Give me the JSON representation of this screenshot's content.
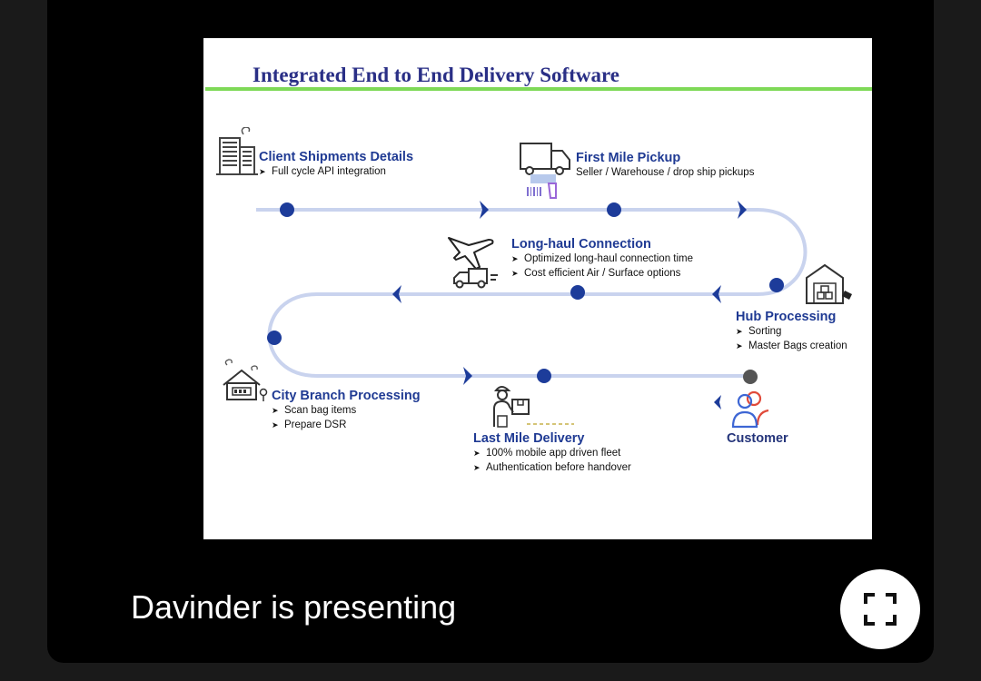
{
  "presenter": {
    "label": "Davinder is presenting"
  },
  "slide": {
    "title": "Integrated End to End Delivery Software",
    "steps": [
      {
        "title": "Client Shipments  Details",
        "points": [
          "Full cycle API integration"
        ],
        "icon": "office-building-icon"
      },
      {
        "title": "First Mile Pickup",
        "points": [
          "Seller / Warehouse / drop ship pickups"
        ],
        "icon": "pickup-truck-icon"
      },
      {
        "title": "Long-haul Connection",
        "points": [
          "Optimized long-haul connection time",
          "Cost efficient Air / Surface options"
        ],
        "icon": "airplane-truck-icon"
      },
      {
        "title": "Hub Processing",
        "points": [
          "Sorting",
          "Master Bags creation"
        ],
        "icon": "warehouse-icon"
      },
      {
        "title": "City Branch Processing",
        "points": [
          "Scan bag items",
          "Prepare DSR"
        ],
        "icon": "branch-building-icon"
      },
      {
        "title": "Last Mile Delivery",
        "points": [
          "100% mobile app driven fleet",
          "Authentication before handover"
        ],
        "icon": "delivery-person-icon"
      },
      {
        "title": "Customer",
        "points": [],
        "icon": "customer-icon"
      }
    ],
    "colors": {
      "title": "#2a2f86",
      "heading": "#1f3a93",
      "track": "#c9d3ee",
      "node": "#1d3c9a",
      "rule": "#7ed957"
    }
  },
  "controls": {
    "fullscreen_icon": "fullscreen-icon"
  }
}
